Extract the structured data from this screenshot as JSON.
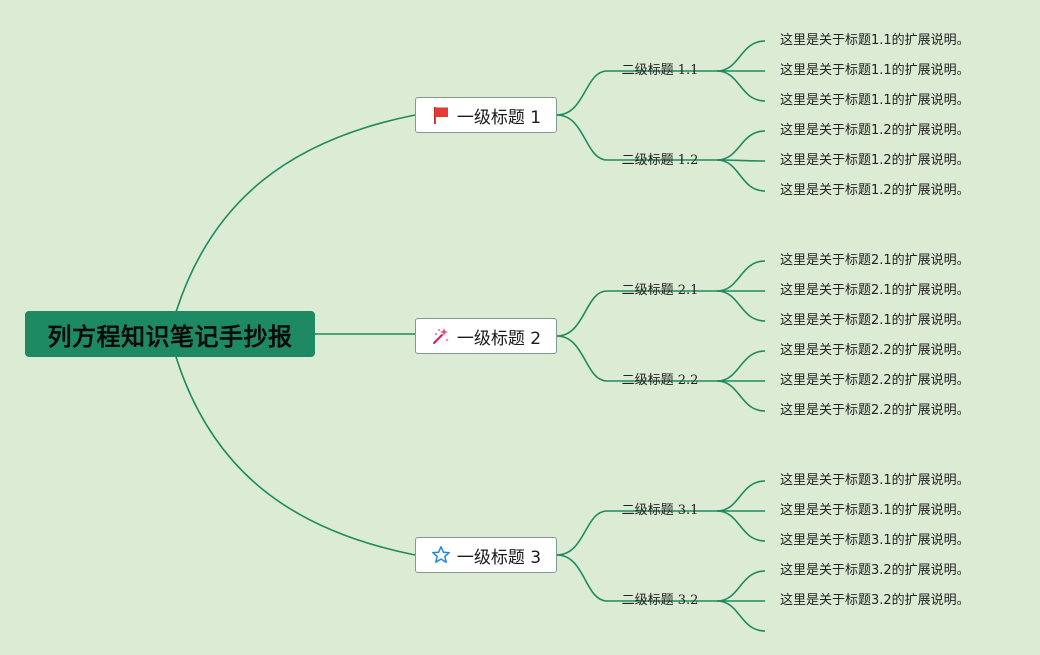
{
  "colors": {
    "background": "#dcebd4",
    "root_fill": "#1e8a64",
    "link": "#1f8a5e"
  },
  "root": {
    "title": "列方程知识笔记手抄报"
  },
  "branches": [
    {
      "title": "一级标题 1",
      "icon": "flag-icon",
      "children": [
        {
          "title": "二级标题 1.1",
          "notes": [
            "这里是关于标题1.1的扩展说明。",
            "这里是关于标题1.1的扩展说明。",
            "这里是关于标题1.1的扩展说明。"
          ]
        },
        {
          "title": "二级标题 1.2",
          "notes": [
            "这里是关于标题1.2的扩展说明。",
            "这里是关于标题1.2的扩展说明。",
            "这里是关于标题1.2的扩展说明。"
          ]
        }
      ]
    },
    {
      "title": "一级标题 2",
      "icon": "sparkle-wand-icon",
      "children": [
        {
          "title": "二级标题 2.1",
          "notes": [
            "这里是关于标题2.1的扩展说明。",
            "这里是关于标题2.1的扩展说明。",
            "这里是关于标题2.1的扩展说明。"
          ]
        },
        {
          "title": "二级标题 2.2",
          "notes": [
            "这里是关于标题2.2的扩展说明。",
            "这里是关于标题2.2的扩展说明。",
            "这里是关于标题2.2的扩展说明。"
          ]
        }
      ]
    },
    {
      "title": "一级标题 3",
      "icon": "star-icon",
      "children": [
        {
          "title": "二级标题 3.1",
          "notes": [
            "这里是关于标题3.1的扩展说明。",
            "这里是关于标题3.1的扩展说明。",
            "这里是关于标题3.1的扩展说明。"
          ]
        },
        {
          "title": "二级标题 3.2",
          "notes": [
            "这里是关于标题3.2的扩展说明。",
            "这里是关于标题3.2的扩展说明。",
            ""
          ]
        }
      ]
    }
  ]
}
